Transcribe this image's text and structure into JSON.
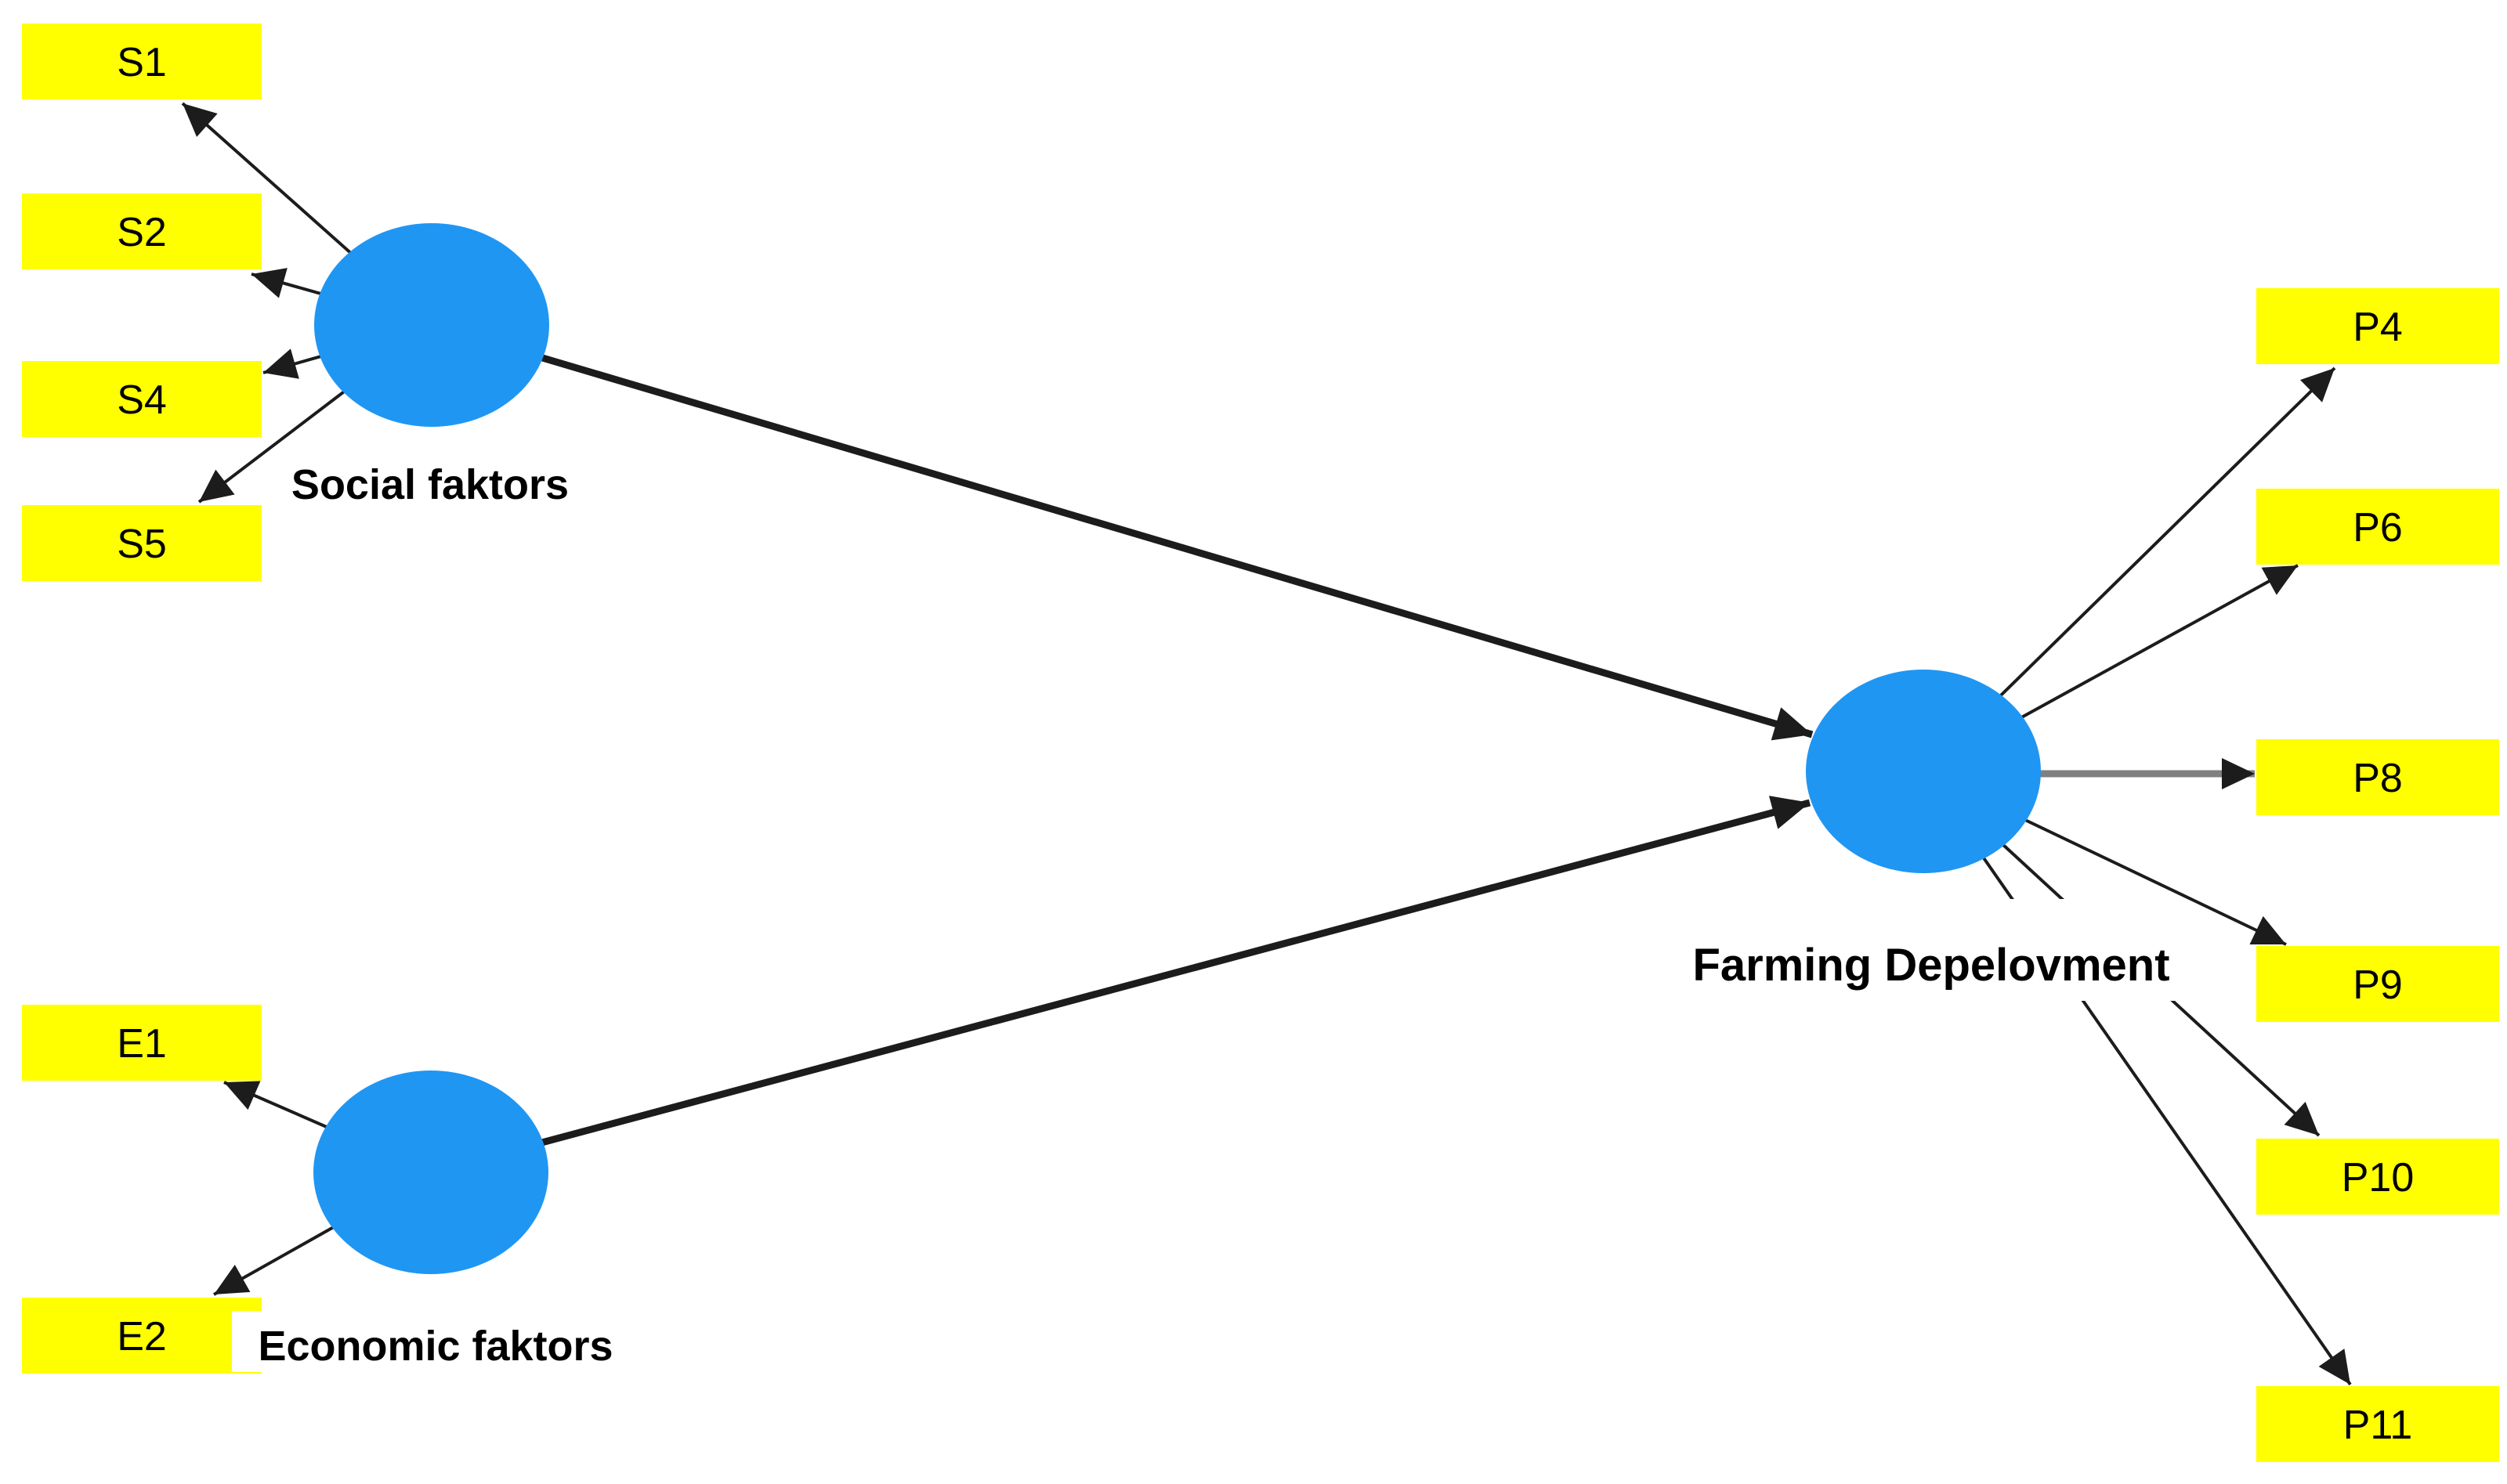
{
  "diagram": {
    "type": "structural-equation-path-model",
    "latent_variables": {
      "social": {
        "label": "Social faktors"
      },
      "economic": {
        "label": "Economic faktors"
      },
      "farming": {
        "label": "Farming Depelovment"
      }
    },
    "indicators": {
      "s1": "S1",
      "s2": "S2",
      "s4": "S4",
      "s5": "S5",
      "e1": "E1",
      "e2": "E2",
      "p4": "P4",
      "p6": "P6",
      "p8": "P8",
      "p9": "P9",
      "p10": "P10",
      "p11": "P11"
    },
    "edges": {
      "structural": [
        {
          "from": "social",
          "to": "farming"
        },
        {
          "from": "economic",
          "to": "farming"
        }
      ],
      "measurement": [
        {
          "from": "social",
          "to": "s1"
        },
        {
          "from": "social",
          "to": "s2"
        },
        {
          "from": "social",
          "to": "s4"
        },
        {
          "from": "social",
          "to": "s5"
        },
        {
          "from": "economic",
          "to": "e1"
        },
        {
          "from": "economic",
          "to": "e2"
        },
        {
          "from": "farming",
          "to": "p4"
        },
        {
          "from": "farming",
          "to": "p6"
        },
        {
          "from": "farming",
          "to": "p8"
        },
        {
          "from": "farming",
          "to": "p9"
        },
        {
          "from": "farming",
          "to": "p10"
        },
        {
          "from": "farming",
          "to": "p11"
        }
      ]
    },
    "colors": {
      "latent_fill": "#2096f3",
      "indicator_fill": "#ffff00",
      "arrow": "#1c1c1c",
      "p8_arrow_line": "#808080",
      "text": "#000000",
      "background": "#ffffff"
    }
  }
}
